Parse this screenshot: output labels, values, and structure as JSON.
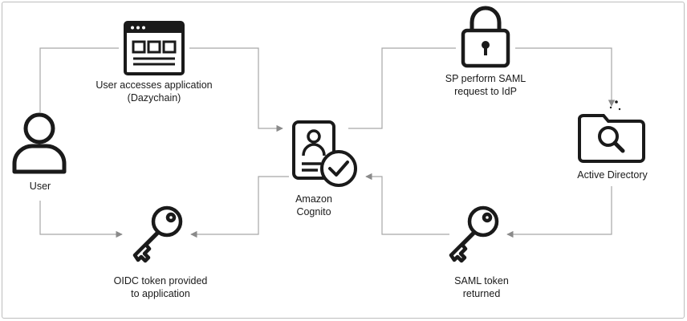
{
  "nodes": {
    "user": {
      "label": "User",
      "icon": "user-icon"
    },
    "application": {
      "line1": "User accesses application",
      "line2": "(Dazychain)",
      "icon": "browser-window-icon"
    },
    "cognito": {
      "line1": "Amazon",
      "line2": "Cognito",
      "icon": "id-badge-check-icon"
    },
    "saml_request": {
      "line1": "SP perform SAML",
      "line2": "request to IdP",
      "icon": "padlock-icon"
    },
    "active_directory": {
      "label": "Active Directory",
      "icon": "folder-search-icon"
    },
    "saml_token": {
      "line1": "SAML token",
      "line2": "returned",
      "icon": "key-icon"
    },
    "oidc_token": {
      "line1": "OIDC token provided",
      "line2": "to application",
      "icon": "key-icon"
    }
  },
  "colors": {
    "line": "#a6a6a6",
    "icon": "#1a1a1a",
    "border": "#bdbdbd"
  }
}
